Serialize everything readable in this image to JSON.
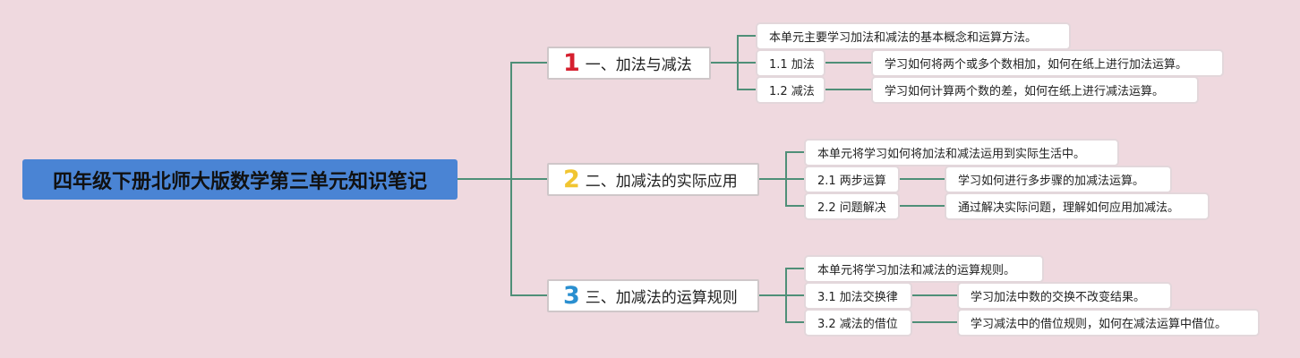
{
  "title": "四年级下册北师大版数学第三单元知识笔记",
  "colors": {
    "background": "#efd9df",
    "root_fill": "#4a84d4",
    "connector": "#4f8f78",
    "num1": "#d6202f",
    "num2": "#f1c531",
    "num3": "#2a8fd0"
  },
  "branches": [
    {
      "num": "1",
      "label": "一、加法与减法",
      "summary": "本单元主要学习加法和减法的基本概念和运算方法。",
      "items": [
        {
          "label": "1.1 加法",
          "detail": "学习如何将两个或多个数相加，如何在纸上进行加法运算。"
        },
        {
          "label": "1.2 减法",
          "detail": "学习如何计算两个数的差，如何在纸上进行减法运算。"
        }
      ]
    },
    {
      "num": "2",
      "label": "二、加减法的实际应用",
      "summary": "本单元将学习如何将加法和减法运用到实际生活中。",
      "items": [
        {
          "label": "2.1 两步运算",
          "detail": "学习如何进行多步骤的加减法运算。"
        },
        {
          "label": "2.2 问题解决",
          "detail": "通过解决实际问题，理解如何应用加减法。"
        }
      ]
    },
    {
      "num": "3",
      "label": "三、加减法的运算规则",
      "summary": "本单元将学习加法和减法的运算规则。",
      "items": [
        {
          "label": "3.1 加法交换律",
          "detail": "学习加法中数的交换不改变结果。"
        },
        {
          "label": "3.2 减法的借位",
          "detail": "学习减法中的借位规则，如何在减法运算中借位。"
        }
      ]
    }
  ]
}
